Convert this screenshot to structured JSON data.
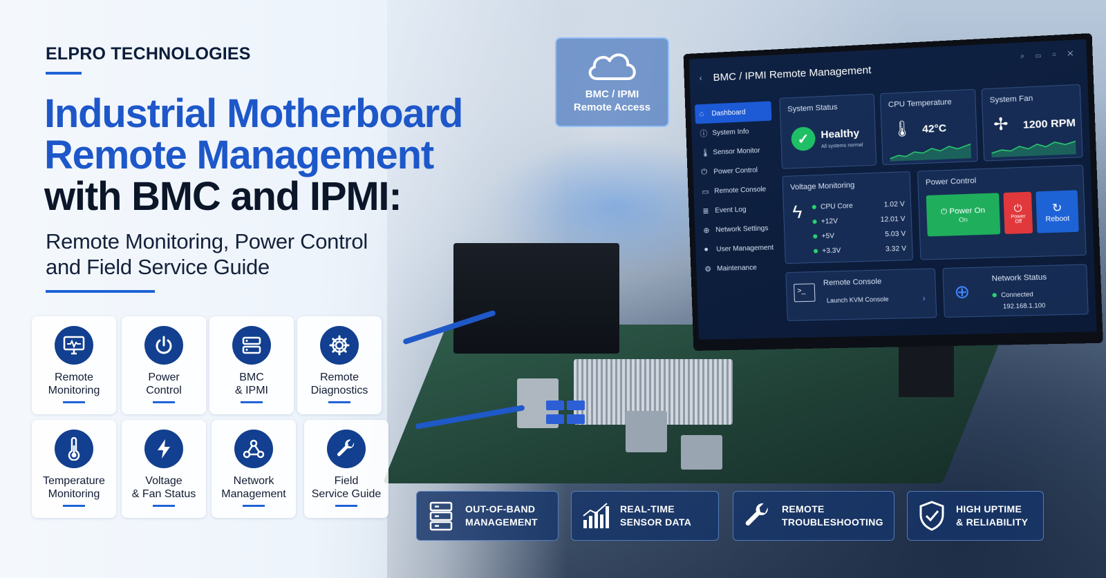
{
  "brand": "ELPRO TECHNOLOGIES",
  "headline": {
    "line1": "Industrial Motherboard",
    "line2": "Remote Management",
    "line3": "with BMC and IPMI:"
  },
  "subheadline": {
    "line1": "Remote Monitoring, Power Control",
    "line2": "and Field Service Guide"
  },
  "features": [
    {
      "icon": "monitor-icon",
      "line1": "Remote",
      "line2": "Monitoring"
    },
    {
      "icon": "power-icon",
      "line1": "Power",
      "line2": "Control"
    },
    {
      "icon": "server-icon",
      "line1": "BMC",
      "line2": "& IPMI"
    },
    {
      "icon": "gear-icon",
      "line1": "Remote",
      "line2": "Diagnostics"
    },
    {
      "icon": "thermometer-icon",
      "line1": "Temperature",
      "line2": "Monitoring"
    },
    {
      "icon": "lightning-icon",
      "line1": "Voltage",
      "line2": "& Fan Status"
    },
    {
      "icon": "network-icon",
      "line1": "Network",
      "line2": "Management"
    },
    {
      "icon": "wrench-icon",
      "line1": "Field",
      "line2": "Service Guide"
    }
  ],
  "cloud": {
    "line1": "BMC / IPMI",
    "line2": "Remote Access"
  },
  "banner": [
    {
      "icon": "server-icon",
      "line1": "OUT-OF-BAND",
      "line2": "MANAGEMENT"
    },
    {
      "icon": "bar-chart-icon",
      "line1": "REAL-TIME",
      "line2": "SENSOR DATA"
    },
    {
      "icon": "wrench-icon",
      "line1": "REMOTE",
      "line2": "TROUBLESHOOTING"
    },
    {
      "icon": "shield-check-icon",
      "line1": "HIGH UPTIME",
      "line2": "& RELIABILITY"
    }
  ],
  "dashboard": {
    "title": "BMC / IPMI Remote Management",
    "nav": [
      "Dashboard",
      "System Info",
      "Sensor Monitor",
      "Power Control",
      "Remote Console",
      "Event Log",
      "Network Settings",
      "User Management",
      "Maintenance"
    ],
    "system_status": {
      "label": "System Status",
      "value": "Healthy",
      "note": "All systems normal"
    },
    "cpu_temp": {
      "label": "CPU Temperature",
      "value": "42°C"
    },
    "fan": {
      "label": "System Fan",
      "value": "1200 RPM"
    },
    "voltage": {
      "label": "Voltage Monitoring",
      "rows": [
        {
          "name": "CPU Core",
          "value": "1.02 V"
        },
        {
          "name": "+12V",
          "value": "12.01 V"
        },
        {
          "name": "+5V",
          "value": "5.03 V"
        },
        {
          "name": "+3.3V",
          "value": "3.32 V"
        }
      ]
    },
    "power": {
      "label": "Power Control",
      "on_label": "Power On",
      "on_state": "On",
      "off_label": "Power",
      "off_state": "Off",
      "reboot_label": "Reboot"
    },
    "console": {
      "label": "Remote Console",
      "action": "Launch KVM Console"
    },
    "network": {
      "label": "Network Status",
      "state": "Connected",
      "ip": "192.168.1.100"
    }
  },
  "colors": {
    "accent": "#1e63d6",
    "navy": "#123f8f",
    "ok": "#1fbf66",
    "danger": "#e0383b"
  }
}
